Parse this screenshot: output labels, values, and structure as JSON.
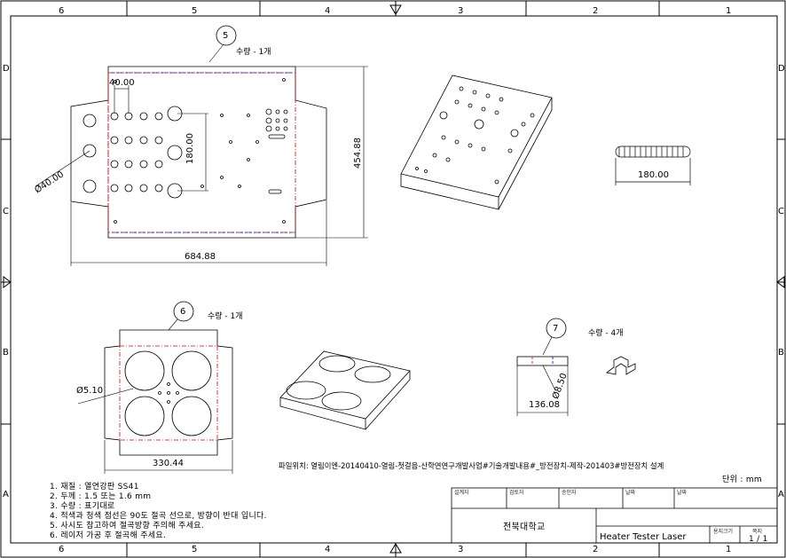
{
  "border": {
    "top_numbers": [
      "6",
      "5",
      "4",
      "3",
      "2",
      "1"
    ],
    "bottom_numbers": [
      "6",
      "5",
      "4",
      "3",
      "2",
      "1"
    ],
    "left_letters": [
      "D",
      "C",
      "B",
      "A"
    ],
    "right_letters": [
      "D",
      "C",
      "B",
      "A"
    ]
  },
  "part5": {
    "balloon": "5",
    "quantity": "수량 - 1개",
    "dims": {
      "spacing": "40.00",
      "height_inner": "180.00",
      "height_total": "454.88",
      "width_total": "684.88",
      "hole_dia": "Ø40.00"
    }
  },
  "spring": {
    "dim": "180.00"
  },
  "part6": {
    "balloon": "6",
    "quantity": "수량 - 1개",
    "dims": {
      "hole_dia": "Ø5.10",
      "width": "330.44"
    }
  },
  "part7": {
    "balloon": "7",
    "quantity": "수량 - 4개",
    "dims": {
      "hole_dia": "Ø8.50",
      "width": "136.08"
    }
  },
  "file_path": "파일위치: 열림이엔-20140410-열림-첫걸음-산학연연구개발사업#기술개발내용#_방전장치-제작-201403#방전장치 설계",
  "unit": "단위 : mm",
  "notes": [
    "1. 재질 : 열연강판 SS41",
    "2. 두께 : 1.5 또는 1.6 mm",
    "3. 수량 : 표기대로",
    "4. 적색과 청색 점선은 90도 절곡 선으로, 방향이 반대 입니다.",
    "5. 사시도 참고하여 절곡방향 주의해 주세요.",
    "6. 레이저 가공 후 절곡해 주세요."
  ],
  "title_block": {
    "headers": [
      "설계자",
      "검토자",
      "승인자",
      "날짜",
      "날짜"
    ],
    "company": "전북대학교",
    "title": "Heater Tester Laser",
    "size_label": "용지크기",
    "sheet_label": "쪽지",
    "sheet": "1 / 1"
  }
}
